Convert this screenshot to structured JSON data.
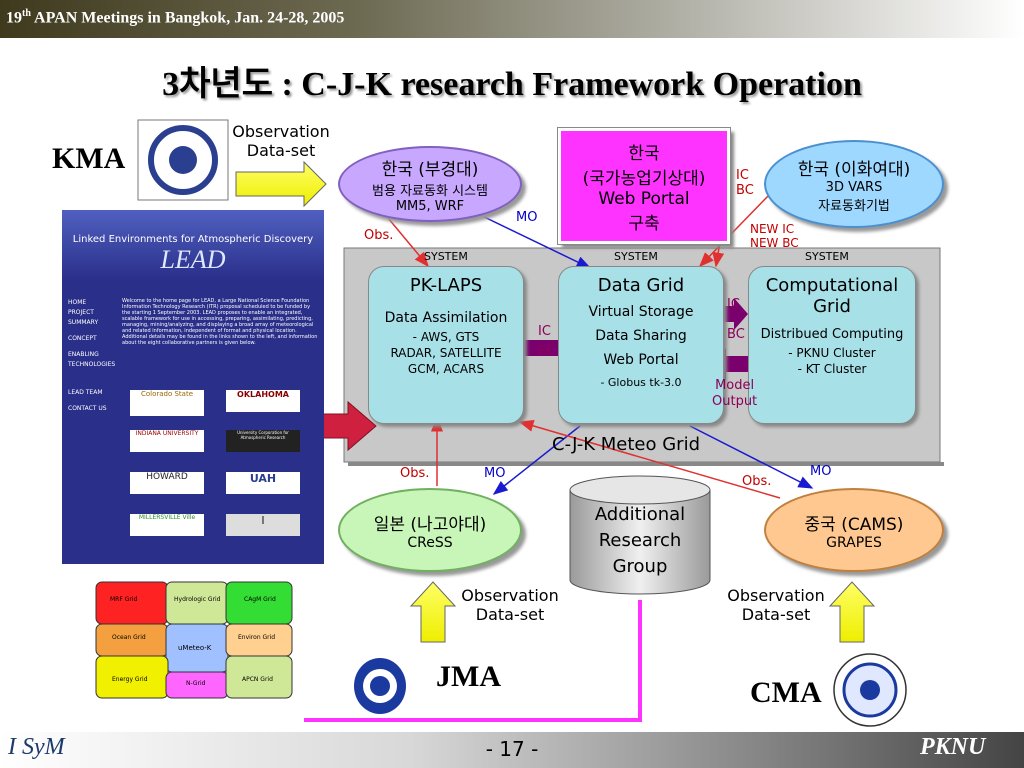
{
  "header": {
    "meeting_prefix": "19",
    "meeting_sup": "th",
    "meeting_rest": " APAN Meetings in Bangkok, Jan. 24-28, 2005"
  },
  "title": "3차년도 :  C-J-K research Framework Operation",
  "kma": {
    "label": "KMA",
    "obs_line1": "Observation",
    "obs_line2": "Data-set"
  },
  "korea_pknu": {
    "line1": "한국 (부경대)",
    "line2": "범용 자료동화 시스템",
    "line3": "MM5, WRF"
  },
  "korea_portal": {
    "line1": "한국",
    "line2": "(국가농업기상대)",
    "line3": "Web Portal",
    "line4": "구축"
  },
  "korea_ewha": {
    "line1": "한국 (이화여대)",
    "line2": "3D VARS",
    "line3": "자료동화기법"
  },
  "lead": {
    "banner": "Linked Environments for Atmospheric Discovery",
    "logo": "LEAD",
    "nav": [
      "HOME",
      "PROJECT SUMMARY",
      "CONCEPT",
      "ENABLING TECHNOLOGIES",
      "LEAD TEAM",
      "CONTACT US"
    ],
    "intro": "Welcome to the home page for LEAD, a Large National Science Foundation Information Technology Research (ITR) proposal scheduled to be funded by the starting 1 September 2003. LEAD proposes to enable an integrated, scalable framework for use in accessing, preparing, assimilating, predicting, managing, mining/analyzing, and displaying a broad array of meteorological and related information, independent of format and physical location. Additional details may be found in the links shown to the left, and information about the eight collaborative partners is given below.",
    "partners": [
      "Colorado State",
      "OKLAHOMA",
      "INDIANA UNIVERSITY",
      "University Corporation for Atmospheric Research",
      "HOWARD",
      "UAH",
      "MILLERSVILLE Ville",
      "I"
    ]
  },
  "grid_box": {
    "system_label": "SYSTEM",
    "meteo_grid": "C-J-K Meteo Grid",
    "pklaps": {
      "title": "PK-LAPS",
      "line1": "Data Assimilation",
      "line2": "- AWS, GTS",
      "line3": "RADAR, SATELLITE",
      "line4": "GCM, ACARS"
    },
    "datagrid": {
      "title": "Data Grid",
      "line1": "Virtual Storage",
      "line2": "Data Sharing",
      "line3": "Web Portal",
      "line4": "- Globus tk-3.0"
    },
    "compgrid": {
      "title1": "Computational",
      "title2": "Grid",
      "line1": "Distribued Computing",
      "line2": "- PKNU Cluster",
      "line3": "- KT Cluster"
    }
  },
  "labels": {
    "ic": "IC",
    "bc": "BC",
    "mo": "MO",
    "obs": "Obs.",
    "new_ic": "NEW IC",
    "new_bc": "NEW BC",
    "model_output_1": "Model",
    "model_output_2": "Output"
  },
  "japan": {
    "line1": "일본 (나고야대)",
    "line2": "CReSS"
  },
  "additional": {
    "line1": "Additional",
    "line2": "Research",
    "line3": "Group"
  },
  "china": {
    "line1": "중국 (CAMS)",
    "line2": "GRAPES"
  },
  "jma": {
    "label": "JMA",
    "obs_line1": "Observation",
    "obs_line2": "Data-set"
  },
  "cma": {
    "label": "CMA",
    "obs_line1": "Observation",
    "obs_line2": "Data-set"
  },
  "puzzle": {
    "pieces": [
      "MRF Grid",
      "Hydrologic Grid",
      "CAgM Grid",
      "Ocean Grid",
      "uMeteo-K",
      "Environ Grid",
      "Energy Grid",
      "N-Grid",
      "APCN Grid"
    ]
  },
  "footer": {
    "logo": "I SyM",
    "page": "- 17 -",
    "org": "PKNU"
  },
  "colors": {
    "portal": "#ff33ff",
    "pknu_oval": "#c8a8ff",
    "ewha_oval": "#9fd8ff",
    "japan_oval": "#c8f5b8",
    "china_oval": "#ffc890",
    "panel": "#a8e0e8",
    "grid_bg": "#c8c8c8"
  }
}
